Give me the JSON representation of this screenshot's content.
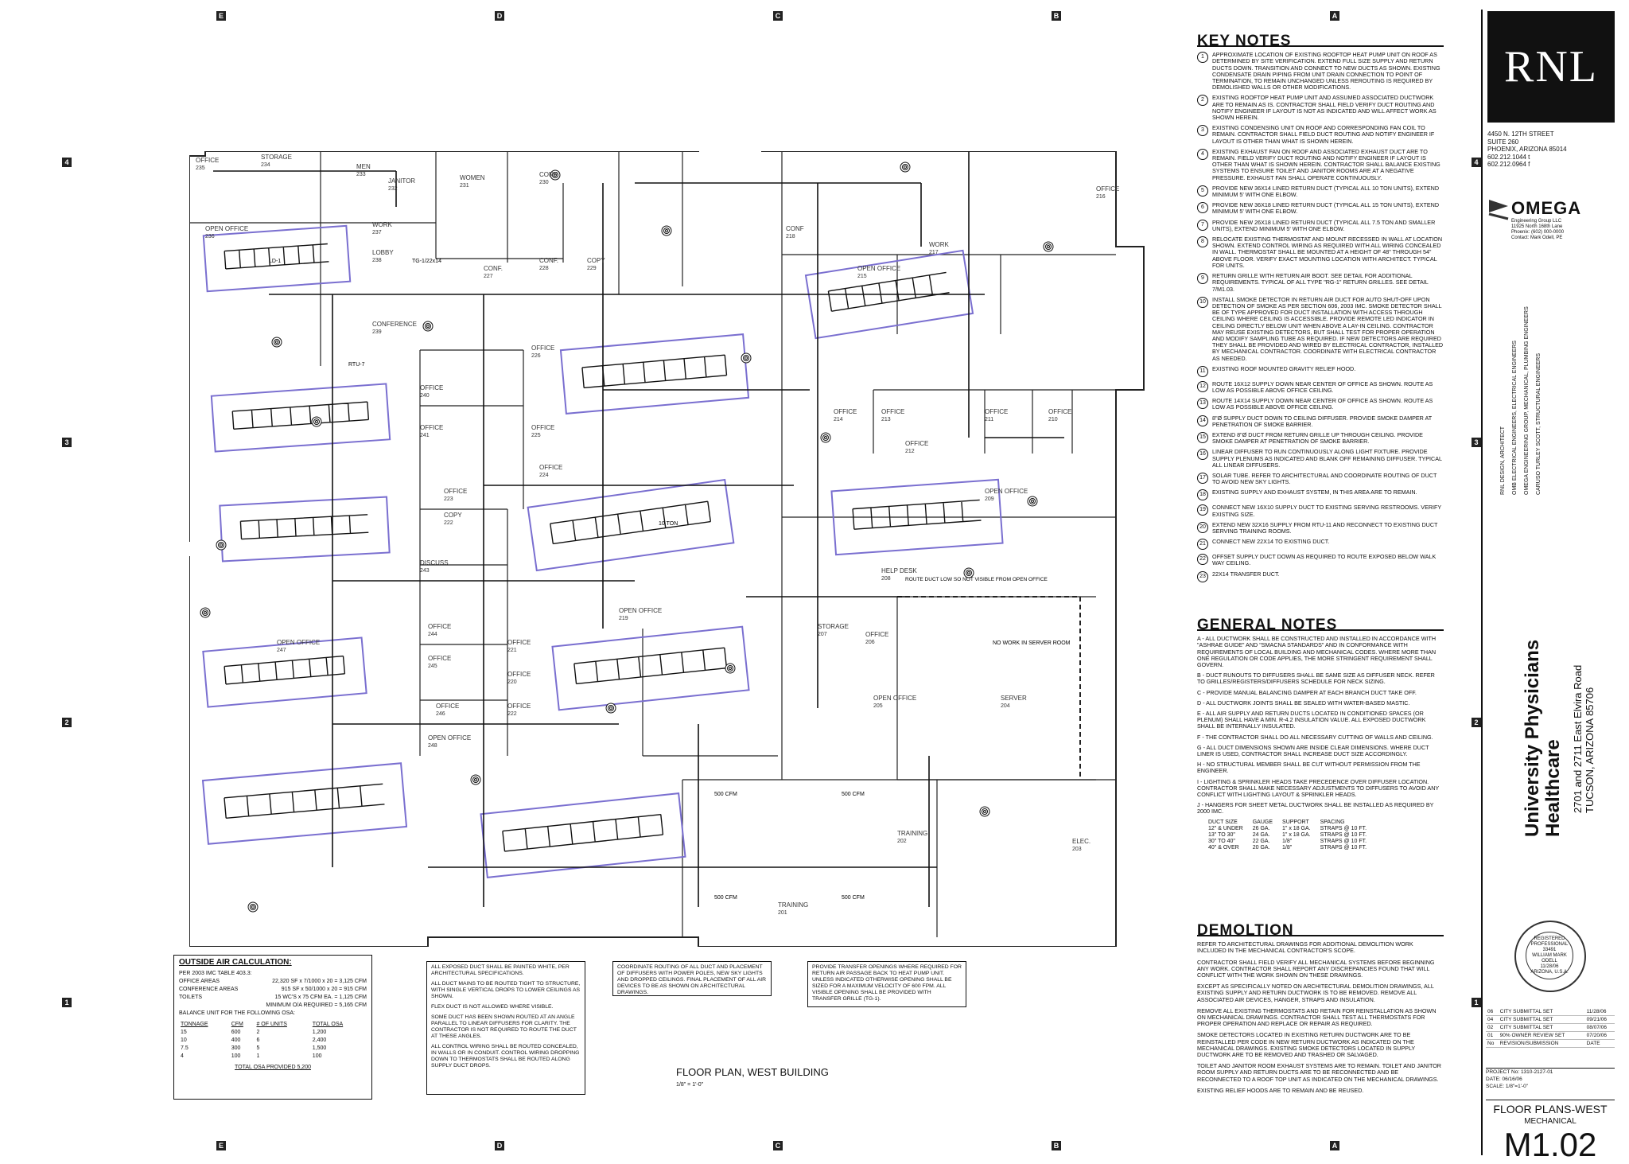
{
  "grid_marks": {
    "top": [
      "E",
      "D",
      "C",
      "B",
      "A"
    ],
    "bottom": [
      "E",
      "D",
      "C",
      "B",
      "A"
    ],
    "left": [
      "4",
      "3",
      "2",
      "1"
    ],
    "right": [
      "4",
      "3",
      "2",
      "1"
    ]
  },
  "plan": {
    "title": "FLOOR PLAN, WEST BUILDING",
    "scale": "1/8\" = 1'-0\"",
    "rooms": [
      {
        "name": "OFFICE",
        "num": "235"
      },
      {
        "name": "STORAGE",
        "num": "234"
      },
      {
        "name": "MEN",
        "num": "233"
      },
      {
        "name": "JANITOR",
        "num": "232"
      },
      {
        "name": "WOMEN",
        "num": "231"
      },
      {
        "name": "CONF.",
        "num": "230"
      },
      {
        "name": "CONF.",
        "num": "228"
      },
      {
        "name": "CONF.",
        "num": "227"
      },
      {
        "name": "COPY",
        "num": "229"
      },
      {
        "name": "OPEN OFFICE",
        "num": "236"
      },
      {
        "name": "WORK",
        "num": "237"
      },
      {
        "name": "LOBBY",
        "num": "238"
      },
      {
        "name": "CONFERENCE",
        "num": "239"
      },
      {
        "name": "OFFICE",
        "num": "240"
      },
      {
        "name": "OFFICE",
        "num": "241"
      },
      {
        "name": "OFFICE",
        "num": "226"
      },
      {
        "name": "OFFICE",
        "num": "225"
      },
      {
        "name": "OFFICE",
        "num": "224"
      },
      {
        "name": "OFFICE",
        "num": "223"
      },
      {
        "name": "COPY",
        "num": "222"
      },
      {
        "name": "DISCUSS",
        "num": "243"
      },
      {
        "name": "OFFICE",
        "num": "244"
      },
      {
        "name": "OPEN OFFICE",
        "num": "247"
      },
      {
        "name": "OPEN OFFICE",
        "num": "219"
      },
      {
        "name": "OFFICE",
        "num": "245"
      },
      {
        "name": "OFFICE",
        "num": "221"
      },
      {
        "name": "OFFICE",
        "num": "220"
      },
      {
        "name": "OFFICE",
        "num": "246"
      },
      {
        "name": "OFFICE",
        "num": "222"
      },
      {
        "name": "OPEN OFFICE",
        "num": "248"
      },
      {
        "name": "OPEN OFFICE",
        "num": "215"
      },
      {
        "name": "CONF",
        "num": "218"
      },
      {
        "name": "WORK",
        "num": "217"
      },
      {
        "name": "OFFICE",
        "num": "216"
      },
      {
        "name": "OFFICE",
        "num": "214"
      },
      {
        "name": "OFFICE",
        "num": "213"
      },
      {
        "name": "OFFICE",
        "num": "212"
      },
      {
        "name": "OFFICE",
        "num": "211"
      },
      {
        "name": "OFFICE",
        "num": "210"
      },
      {
        "name": "OPEN OFFICE",
        "num": "209"
      },
      {
        "name": "HELP DESK",
        "num": "208"
      },
      {
        "name": "STORAGE",
        "num": "207"
      },
      {
        "name": "OFFICE",
        "num": "206"
      },
      {
        "name": "OPEN OFFICE",
        "num": "205"
      },
      {
        "name": "SERVER",
        "num": "204"
      },
      {
        "name": "TRAINING",
        "num": "202"
      },
      {
        "name": "TRAINING",
        "num": "201"
      },
      {
        "name": "ELEC.",
        "num": "203"
      }
    ],
    "labels": {
      "no_work": "NO WORK IN SERVER ROOM",
      "route_duct": "ROUTE DUCT LOW SO NOT VISIBLE FROM OPEN OFFICE",
      "cfm500": "500 CFM",
      "ld1": "LD-1",
      "tg": "TG-1/22x14",
      "rtu": "RTU-7",
      "ton": "10 TON"
    }
  },
  "key_notes": {
    "title": "KEY NOTES",
    "items": [
      {
        "n": "1",
        "t": "Approximate location of existing rooftop heat pump unit on roof as determined by site verification. Extend full size supply and return ducts down. Transition and connect to new ducts as shown. Existing condensate drain piping from unit drain connection to point of termination, to remain unchanged unless rerouting is required by demolished walls or other modifications."
      },
      {
        "n": "2",
        "t": "Existing rooftop heat pump unit and assumed associated ductwork are to remain as is. Contractor shall field verify duct routing and notify engineer if layout is not as indicated and will affect work as shown herein."
      },
      {
        "n": "3",
        "t": "Existing condensing unit on roof and corresponding fan coil to remain. Contractor shall field duct routing and notify engineer if layout is other than what is shown herein."
      },
      {
        "n": "4",
        "t": "Existing exhaust fan on roof and associated exhaust duct are to remain. Field verify duct routing and notify engineer if layout is other than what is shown herein. Contractor shall balance existing systems to ensure toilet and janitor rooms are at a negative pressure. Exhaust fan shall operate continuously."
      },
      {
        "n": "5",
        "t": "Provide new 36x14 lined return duct (typical all 10 ton units), extend minimum 5' with one elbow."
      },
      {
        "n": "6",
        "t": "Provide new 36x18 lined return duct (typical all 15 ton units), extend minimum 5' with one elbow."
      },
      {
        "n": "7",
        "t": "Provide new 26x18 lined return duct (typical all 7.5 ton and smaller units), extend minimum 5' with one elbow."
      },
      {
        "n": "8",
        "t": "Relocate existing thermostat and mount recessed in wall at location shown. Extend control wiring as required with all wiring concealed in wall. Thermostat shall be mounted at a height of 48\" through 54\" above floor. Verify exact mounting location with architect. Typical for units."
      },
      {
        "n": "9",
        "t": "Return grille with return air boot. See detail for additional requirements. Typical of all type \"RG-1\" return grilles. See detail 7/M1.03."
      },
      {
        "n": "10",
        "t": "Install smoke detector in return air duct for auto shut-off upon detection of smoke as per section 606, 2003 IMC. Smoke detector shall be of type approved for duct installation with access through ceiling where ceiling is accessible. Provide remote LED indicator in ceiling directly below unit when above a lay-in ceiling. Contractor may reuse existing detectors, but shall test for proper operation and modify sampling tube as required. If new detectors are required they shall be provided and wired by electrical contractor, installed by mechanical contractor. Coordinate with electrical contractor as needed."
      },
      {
        "n": "11",
        "t": "Existing roof mounted gravity relief hood."
      },
      {
        "n": "12",
        "t": "Route 16x12 supply down near center of office as shown. Route as low as possible above office ceiling."
      },
      {
        "n": "13",
        "t": "Route 14x14 supply down near center of office as shown. Route as low as possible above office ceiling."
      },
      {
        "n": "14",
        "t": "8\"ø supply duct down to ceiling diffuser. Provide smoke damper at penetration of smoke barrier."
      },
      {
        "n": "15",
        "t": "Extend 8\"ø duct from return grille up through ceiling. Provide smoke damper at penetration of smoke barrier."
      },
      {
        "n": "16",
        "t": "Linear diffuser to run continuously along light fixture. Provide supply plenums as indicated and blank off remaining diffuser. Typical all linear diffusers."
      },
      {
        "n": "17",
        "t": "Solar tube. Refer to architectural and coordinate routing of duct to avoid new sky lights."
      },
      {
        "n": "18",
        "t": "Existing supply and exhaust system, in this area are to remain."
      },
      {
        "n": "19",
        "t": "Connect new 16x10 supply duct to existing serving restrooms. Verify existing size."
      },
      {
        "n": "20",
        "t": "Extend new 32x16 supply from RTU-11 and reconnect to existing duct serving training rooms."
      },
      {
        "n": "21",
        "t": "Connect new 22x14 to existing duct."
      },
      {
        "n": "22",
        "t": "Offset supply duct down as required to route exposed below walk way ceiling."
      },
      {
        "n": "23",
        "t": "22x14 transfer duct."
      }
    ]
  },
  "general_notes": {
    "title": "GENERAL NOTES",
    "items": [
      "A - All ductwork shall be constructed and installed in accordance with \"ASHRAE Guide\" and \"SMACNA Standards\" and in conformance with requirements of local building and mechanical codes. Where more than one regulation or code applies, the more stringent requirement shall govern.",
      "B - Duct runouts to diffusers shall be same size as diffuser neck. Refer to grilles/registers/diffusers schedule for neck sizing.",
      "C - Provide manual balancing damper at each branch duct take off.",
      "D - All ductwork joints shall be sealed with water-based mastic.",
      "E - All air supply and return ducts located in conditioned spaces (or plenum) shall have a min. R-4.2 insulation value. All exposed ductwork shall be internally insulated.",
      "F - The contractor shall do all necessary cutting of walls and ceiling.",
      "G - All duct dimensions shown are inside clear dimensions. Where duct liner is used, contractor shall increase duct size accordingly.",
      "H - No structural member shall be cut without permission from the engineer.",
      "I - Lighting & sprinkler heads take precedence over diffuser location. Contractor shall make necessary adjustments to diffusers to avoid any conflict with lighting layout & sprinkler heads.",
      "J - Hangers for sheet metal ductwork shall be installed as required by 2000 IMC."
    ],
    "hanger_table": {
      "head": [
        "DUCT SIZE",
        "GAUGE",
        "SUPPORT",
        "SPACING"
      ],
      "rows": [
        [
          "12\" & UNDER",
          "26 GA.",
          "1\" x 18 GA.",
          "STRAPS @ 10 FT."
        ],
        [
          "13\" TO 30\"",
          "24 GA.",
          "1\" x 18 GA.",
          "STRAPS @ 10 FT."
        ],
        [
          "30\" TO 40\"",
          "22 GA.",
          "1/8\"",
          "STRAPS @ 10 FT."
        ],
        [
          "40\" & OVER",
          "20 GA.",
          "1/8\"",
          "STRAPS @ 10 FT."
        ]
      ]
    }
  },
  "demolition": {
    "title": "DEMOLTION",
    "items": [
      "Refer to architectural drawings for additional demolition work included in the mechanical contractor's scope.",
      "Contractor shall field verify all mechanical systems before beginning any work. Contractor shall report any discrepancies found that will conflict with the work shown on these drawings.",
      "Except as specifically noted on architectural demolition drawings, all existing supply and return ductwork is to be removed. Remove all associated air devices, hanger, straps and insulation.",
      "Remove all existing thermostats and retain for reinstallation as shown on mechanical drawings. Contractor shall test all thermostats for proper operation and replace or repair as required.",
      "Smoke detectors located in existing return ductwork are to be reinstalled per code in new return ductwork as indicated on the mechanical drawings. Existing smoke detectors located in supply ductwork are to be removed and trashed or salvaged.",
      "Toilet and janitor room exhaust systems are to remain. Toilet and janitor room supply and return ducts are to be reconnected and be reconnected to a roof top unit as indicated on the mechanical drawings.",
      "Existing relief hoods are to remain and be reused."
    ]
  },
  "outside_air": {
    "title": "OUTSIDE AIR CALCULATION:",
    "per": "PER 2003 IMC TABLE 403.3:",
    "rows": [
      {
        "label": "OFFICE AREAS",
        "calc": "22,320 SF x 7/1000 x 20 = 3,125 CFM"
      },
      {
        "label": "CONFERENCE AREAS",
        "calc": "915 SF x 50/1000 x 20 = 915 CFM"
      },
      {
        "label": "TOILETS",
        "calc": "15 WC'S x 75 CFM EA. = 1,125 CFM"
      },
      {
        "label": "",
        "calc": "MINIMUM O/A REQUIRED = 5,165 CFM"
      }
    ],
    "balance_label": "BALANCE UNIT FOR THE FOLLOWING OSA:",
    "table_head": [
      "TONNAGE",
      "CFM",
      "# OF UNITS",
      "TOTAL OSA"
    ],
    "table_rows": [
      [
        "15",
        "600",
        "2",
        "1,200"
      ],
      [
        "10",
        "400",
        "6",
        "2,400"
      ],
      [
        "7.5",
        "300",
        "5",
        "1,500"
      ],
      [
        "4",
        "100",
        "1",
        "100"
      ]
    ],
    "total": "TOTAL OSA PROVIDED 5,200"
  },
  "general_boxes": [
    [
      "ALL EXPOSED DUCT SHALL BE PAINTED WHITE, PER ARCHITECTURAL SPECIFICATIONS.",
      "ALL DUCT MAINS TO BE ROUTED TIGHT TO STRUCTURE, WITH SINGLE VERTICAL DROPS TO LOWER CEILINGS AS SHOWN.",
      "FLEX DUCT IS NOT ALLOWED WHERE VISIBLE.",
      "SOME DUCT HAS BEEN SHOWN ROUTED AT AN ANGLE PARALLEL TO LINEAR DIFFUSERS FOR CLARITY. THE CONTRACTOR IS NOT REQUIRED TO ROUTE THE DUCT AT THESE ANGLES.",
      "ALL CONTROL WIRING SHALL BE ROUTED CONCEALED, IN WALLS OR IN CONDUIT. CONTROL WIRING DROPPING DOWN TO THERMOSTATS SHALL BE ROUTED ALONG SUPPLY DUCT DROPS."
    ],
    [
      "COORDINATE ROUTING OF ALL DUCT AND PLACEMENT OF DIFFUSERS WITH POWER POLES, NEW SKY LIGHTS AND DROPPED CEILINGS. FINAL PLACEMENT OF ALL AIR DEVICES TO BE AS SHOWN ON ARCHITECTURAL DRAWINGS."
    ],
    [
      "PROVIDE TRANSFER OPENINGS WHERE REQUIRED FOR RETURN AIR PASSAGE BACK TO HEAT PUMP UNIT. UNLESS INDICATED OTHERWISE OPENING SHALL BE SIZED FOR A MAXIMUM VELOCITY OF 600 FPM. ALL VISIBLE OPENING SHALL BE PROVIDED WITH TRANSFER GRILLE (TG-1)."
    ]
  ],
  "title_block": {
    "firm_logo": "RNL",
    "firm_address": [
      "4450 N. 12TH STREET",
      "SUITE 260",
      "PHOENIX, ARIZONA 85014",
      "602.212.1044 t",
      "602.212.0964 f"
    ],
    "consultant_logo": "OMEGA",
    "consultant_sub": [
      "Engineering Group LLC",
      "11925 North 168th Lane",
      "Phoenix: (602) 000-0000",
      "Contact: Mark Odell, PE"
    ],
    "consultants": [
      "RNL DESIGN, ARCHITECT",
      "OMB ELECTRICAL ENGINEERS, ELECTRICAL ENGINEERS",
      "OMEGA ENGINEERING GROUP, MECHANICAL, PLUMBING ENGINEERS",
      "CARUSO TURLEY SCOTT, STRUCTURAL ENGINEERS"
    ],
    "project_name": [
      "University Physicians",
      "Healthcare"
    ],
    "project_address": [
      "2701 and 2711 East Elvira Road",
      "TUCSON, ARIZONA 85706"
    ],
    "seal": [
      "REGISTERED",
      "PROFESSIONAL",
      "33491",
      "WILLIAM MARK",
      "ODELL",
      "11/28/06",
      "ARIZONA, U.S.A."
    ],
    "revisions": [
      [
        "06",
        "CITY SUBMITTAL SET",
        "11/28/06"
      ],
      [
        "04",
        "CITY SUBMITTAL SET",
        "09/21/06"
      ],
      [
        "02",
        "CITY SUBMITTAL SET",
        "08/07/06"
      ],
      [
        "01",
        "90% OWNER REVIEW SET",
        "07/20/06"
      ],
      [
        "No",
        "REVISION/SUBMISSION",
        "DATE"
      ]
    ],
    "project_no": "PROJECT No: 1310-2127-01",
    "date": "DATE: 06/16/06",
    "scale": "SCALE: 1/8\"=1'-0\"",
    "sheet_title": "FLOOR PLANS-WEST",
    "discipline": "MECHANICAL",
    "sheet_number": "M1.02"
  }
}
